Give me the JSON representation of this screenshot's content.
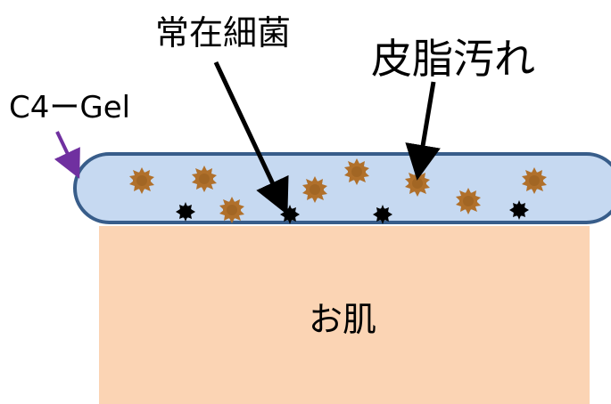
{
  "labels": {
    "bacteria": "常在細菌",
    "sebum": "皮脂汚れ",
    "gel": "C4ーGel",
    "skin": "お肌"
  },
  "colors": {
    "gel_fill": "#c6d9f1",
    "gel_stroke": "#385d8a",
    "skin_fill": "#fbd4b4",
    "sebum_particle": "#b0702b",
    "bacteria_particle": "#000000",
    "gel_arrow": "#7030a0",
    "pointer_arrow": "#000000"
  },
  "icons": {
    "sebum": "sebum-particle-icon",
    "bacteria": "bacteria-particle-icon"
  }
}
